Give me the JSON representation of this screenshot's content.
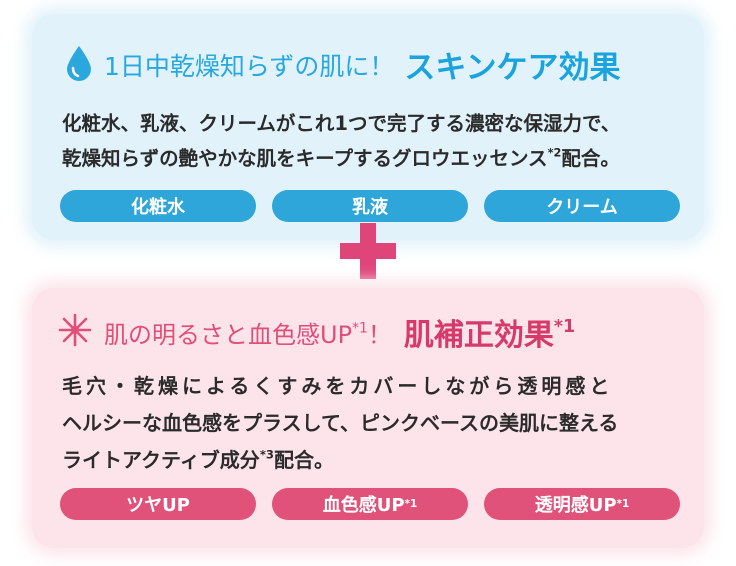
{
  "skin_card": {
    "title_lead": "1日中乾燥知らずの肌に！",
    "title_emphasis": "スキンケア効果",
    "body_lines": [
      "化粧水、乳液、クリームがこれ1つで完了する濃密な保湿力で、",
      "乾燥知らずの艶やかな肌をキープするグロウエッセンス*²配合。"
    ],
    "body_line2_main": "乾燥知らずの艶やかな肌をキープするグロウエッセンス",
    "body_line2_sup": "*2",
    "body_line2_tail": "配合。",
    "tags": [
      "化粧水",
      "乳液",
      "クリーム"
    ],
    "icon": "water-drop-icon",
    "accent_color": "#1aa3dc"
  },
  "plus_icon": {
    "icon": "plus-icon",
    "color": "#e0457a"
  },
  "correction_card": {
    "title_lead": "肌の明るさと血色感UP",
    "title_lead_sup": "*1",
    "title_bang": "！",
    "title_emphasis": "肌補正効果",
    "title_emphasis_sup": "*1",
    "body_line1": "毛穴・乾燥によるくすみをカバーしながら透明感と",
    "body_line2": "ヘルシーな血色感をプラスして、ピンクベースの美肌に整える",
    "body_line3_main": "ライトアクティブ成分",
    "body_line3_sup": "*3",
    "body_line3_tail": "配合。",
    "tags": [
      {
        "label": "ツヤUP",
        "sup": ""
      },
      {
        "label": "血色感UP",
        "sup": "*1"
      },
      {
        "label": "透明感UP",
        "sup": "*1"
      }
    ],
    "icon": "sparkle-icon",
    "accent_color": "#d63a6a"
  }
}
